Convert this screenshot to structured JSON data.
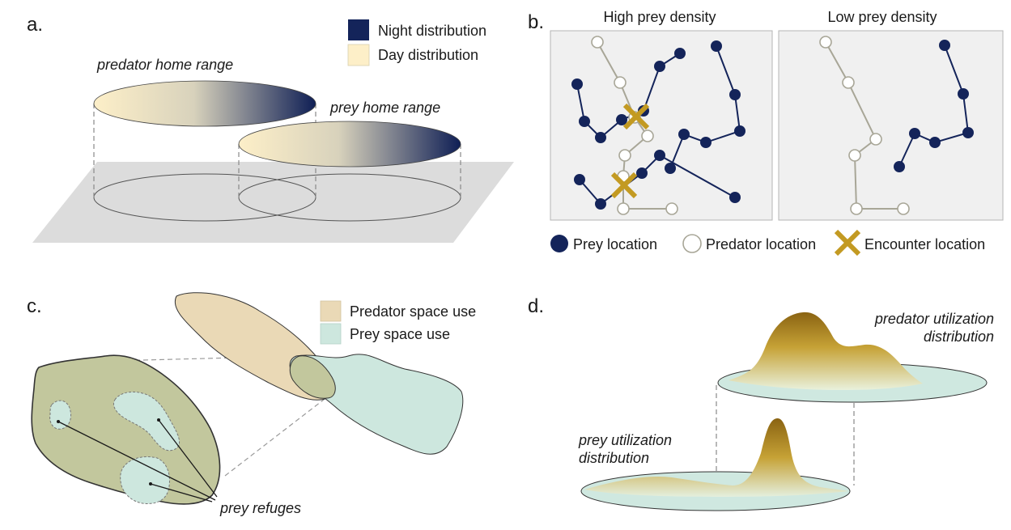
{
  "panels": {
    "a": {
      "letter": "a.",
      "legend": [
        {
          "label": "Night distribution",
          "color": "#14245a"
        },
        {
          "label": "Day distribution",
          "color": "#fdefc8"
        }
      ],
      "predator_label": "predator home range",
      "prey_label": "prey home range"
    },
    "b": {
      "letter": "b.",
      "high_title": "High prey density",
      "low_title": "Low prey density",
      "legend": {
        "prey": "Prey location",
        "predator": "Predator location",
        "encounter": "Encounter location"
      },
      "colors": {
        "prey": "#14245a",
        "predator_stroke": "#a8a697",
        "encounter": "#c39a22"
      }
    },
    "c": {
      "letter": "c.",
      "legend": [
        {
          "label": "Predator space use",
          "color": "#ead9b6"
        },
        {
          "label": "Prey space use",
          "color": "#cde7de"
        }
      ],
      "refuge_label": "prey refuges"
    },
    "d": {
      "letter": "d.",
      "predator_label_1": "predator utilization",
      "predator_label_2": "distribution",
      "prey_label_1": "prey utilization",
      "prey_label_2": "distribution"
    }
  }
}
